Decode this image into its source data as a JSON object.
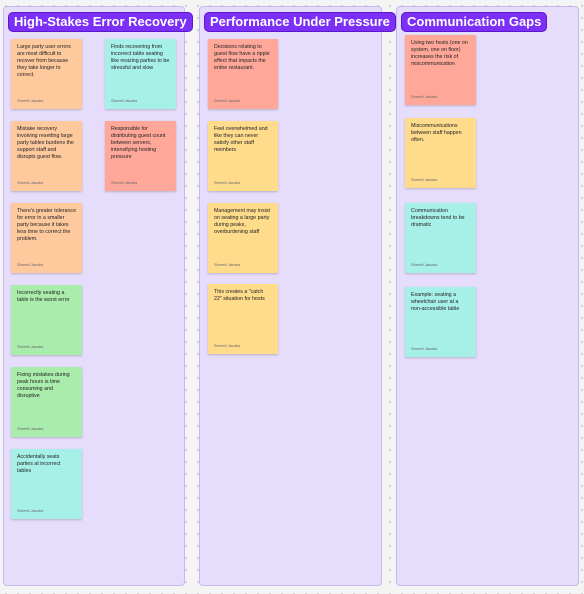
{
  "sections": [
    {
      "title": "High-Stakes Error Recovery"
    },
    {
      "title": "Performance Under Pressure"
    },
    {
      "title": "Communication Gaps"
    }
  ],
  "notes": [
    {
      "text": "Large party user errors are most difficult to recover from because they take longer to correct.",
      "author": "Shreeli Jacobs",
      "color": "#ffc99e"
    },
    {
      "text": "Finds recovering from incorrect table seating like resizing parties to be stressful and slow",
      "author": "Shreeli Jacobs",
      "color": "#a7f0e7"
    },
    {
      "text": "Mistake recovery involving resetting large party tables burdens the support staff and disrupts guest flow.",
      "author": "Shreeli Jacobs",
      "color": "#ffc99e"
    },
    {
      "text": "Responsible for distributing guest count between servers, intensifying hosting pressure",
      "author": "Shreeli Jacobs",
      "color": "#ffa89a"
    },
    {
      "text": "There's greater tolerance for error in a smaller party because it takes less time to correct the problem.",
      "author": "Shreeli Jacobs",
      "color": "#ffc99e"
    },
    {
      "text": "Incorrectly seating a table is the worst error",
      "author": "Shreeli Jacobs",
      "color": "#a9ecab"
    },
    {
      "text": "Fixing mistakes during peak hours is time consuming and disruptive",
      "author": "Shreeli Jacobs",
      "color": "#a9ecab"
    },
    {
      "text": "Accidentally seats parties at incorrect tables",
      "author": "Shreeli Jacobs",
      "color": "#a7f0e7"
    },
    {
      "text": "Decisions relating to guest flow have a ripple effect that impacts the entire restaurant.",
      "author": "Shreeli Jacobs",
      "color": "#ffa89a"
    },
    {
      "text": "Feel overwhelmed and like they can never satisfy other staff members",
      "author": "Shreeli Jacobs",
      "color": "#ffdc8c"
    },
    {
      "text": "Management may insist on seating a large party during peaks, overburdening staff",
      "author": "Shreeli Jacobs",
      "color": "#ffdc8c"
    },
    {
      "text": "This creates a \"catch 22\" situation for hosts",
      "author": "Shreeli Jacobs",
      "color": "#ffdc8c"
    },
    {
      "text": "Using two hosts (one on system, one on floor) increases the risk of miscommunication",
      "author": "Shreeli Jacobs",
      "color": "#ffa89a"
    },
    {
      "text": "Miscommunications between staff happen often.",
      "author": "Shreeli Jacobs",
      "color": "#ffdc8c"
    },
    {
      "text": "Communication breakdowns tend to be dramatic",
      "author": "Shreeli Jacobs",
      "color": "#a7f0e7"
    },
    {
      "text": "Example: seating a wheelchair user at a non-accessible table",
      "author": "Shreeli Jacobs",
      "color": "#a7f0e7"
    }
  ]
}
